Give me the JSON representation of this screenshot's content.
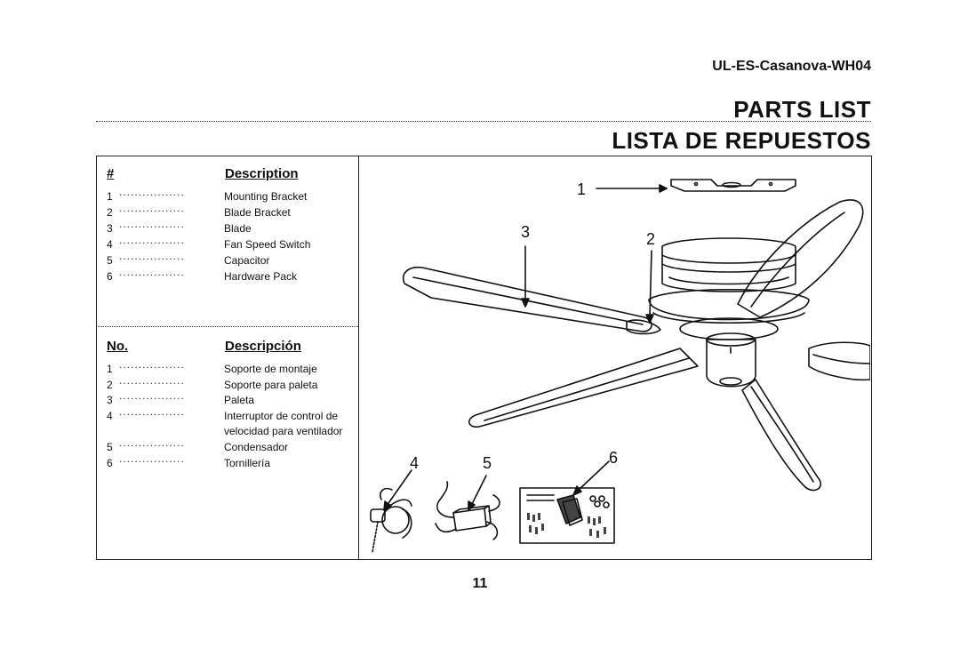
{
  "model": "UL-ES-Casanova-WH04",
  "title_en": "PARTS LIST",
  "title_es": "LISTA DE REPUESTOS",
  "english": {
    "col_num": "#",
    "col_desc": "Description",
    "rows": [
      {
        "num": "1",
        "label": "Mounting Bracket"
      },
      {
        "num": "2",
        "label": "Blade Bracket"
      },
      {
        "num": "3",
        "label": "Blade"
      },
      {
        "num": "4",
        "label": "Fan Speed Switch"
      },
      {
        "num": "5",
        "label": "Capacitor"
      },
      {
        "num": "6",
        "label": "Hardware Pack"
      }
    ]
  },
  "spanish": {
    "col_num": "No.",
    "col_desc": "Descripción",
    "rows": [
      {
        "num": "1",
        "label": "Soporte de montaje"
      },
      {
        "num": "2",
        "label": "Soporte para paleta"
      },
      {
        "num": "3",
        "label": "Paleta"
      },
      {
        "num": "4",
        "label": "Interruptor de control de"
      },
      {
        "num": "",
        "label": "velocidad para ventilador"
      },
      {
        "num": "5",
        "label": "Condensador"
      },
      {
        "num": "6",
        "label": "Tornillería"
      }
    ]
  },
  "dots": ".................",
  "callouts": [
    "1",
    "2",
    "3",
    "4",
    "5",
    "6"
  ],
  "page_number": "11"
}
